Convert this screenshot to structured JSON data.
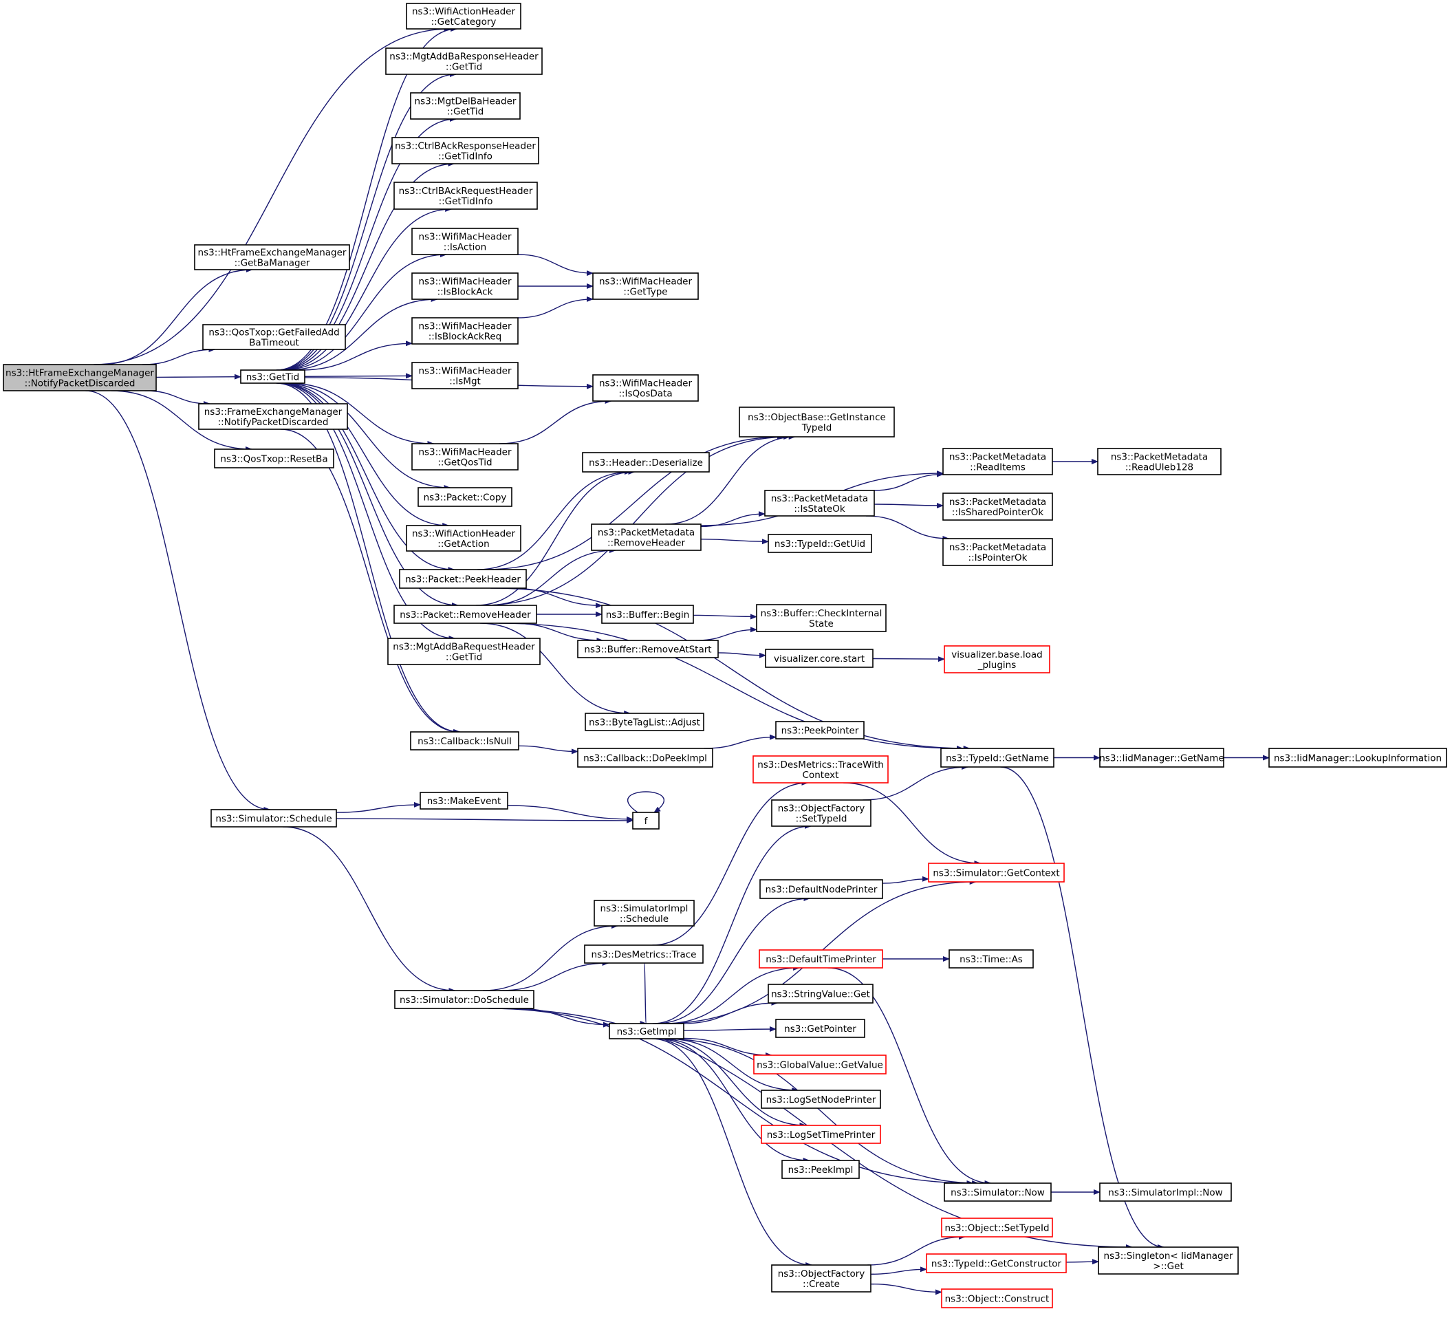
{
  "title": "",
  "colors": {
    "edge": "#191970",
    "root_fill": "#bfbfbf",
    "truncated_border": "#ff0000",
    "border": "#000000"
  },
  "nodes": {
    "root": {
      "lines": [
        "ns3::HtFrameExchangeManager",
        "::NotifyPacketDiscarded"
      ],
      "root": true
    },
    "getBaManager": {
      "lines": [
        "ns3::HtFrameExchangeManager",
        "::GetBaManager"
      ]
    },
    "getFailedAddBaTimeout": {
      "lines": [
        "ns3::QosTxop::GetFailedAdd",
        "BaTimeout"
      ]
    },
    "getTid": {
      "lines": [
        "ns3::GetTid"
      ]
    },
    "femNotifyPacketDiscarded": {
      "lines": [
        "ns3::FrameExchangeManager",
        "::NotifyPacketDiscarded"
      ]
    },
    "resetBa": {
      "lines": [
        "ns3::QosTxop::ResetBa"
      ]
    },
    "simSchedule": {
      "lines": [
        "ns3::Simulator::Schedule"
      ]
    },
    "getCategory": {
      "lines": [
        "ns3::WifiActionHeader",
        "::GetCategory"
      ]
    },
    "addBaRespGetTid": {
      "lines": [
        "ns3::MgtAddBaResponseHeader",
        "::GetTid"
      ]
    },
    "delBaGetTid": {
      "lines": [
        "ns3::MgtDelBaHeader",
        "::GetTid"
      ]
    },
    "ctrlBAckRespGetTidInfo": {
      "lines": [
        "ns3::CtrlBAckResponseHeader",
        "::GetTidInfo"
      ]
    },
    "ctrlBAckReqGetTidInfo": {
      "lines": [
        "ns3::CtrlBAckRequestHeader",
        "::GetTidInfo"
      ]
    },
    "isAction": {
      "lines": [
        "ns3::WifiMacHeader",
        "::IsAction"
      ]
    },
    "isBlockAck": {
      "lines": [
        "ns3::WifiMacHeader",
        "::IsBlockAck"
      ]
    },
    "isBlockAckReq": {
      "lines": [
        "ns3::WifiMacHeader",
        "::IsBlockAckReq"
      ]
    },
    "isMgt": {
      "lines": [
        "ns3::WifiMacHeader",
        "::IsMgt"
      ]
    },
    "getQosTid": {
      "lines": [
        "ns3::WifiMacHeader",
        "::GetQosTid"
      ]
    },
    "packetCopy": {
      "lines": [
        "ns3::Packet::Copy"
      ]
    },
    "getAction": {
      "lines": [
        "ns3::WifiActionHeader",
        "::GetAction"
      ]
    },
    "peekHeader": {
      "lines": [
        "ns3::Packet::PeekHeader"
      ]
    },
    "removeHeader": {
      "lines": [
        "ns3::Packet::RemoveHeader"
      ]
    },
    "addBaReqGetTid": {
      "lines": [
        "ns3::MgtAddBaRequestHeader",
        "::GetTid"
      ]
    },
    "callbackIsNull": {
      "lines": [
        "ns3::Callback::IsNull"
      ]
    },
    "makeEvent": {
      "lines": [
        "ns3::MakeEvent"
      ]
    },
    "f": {
      "lines": [
        "f"
      ]
    },
    "getType": {
      "lines": [
        "ns3::WifiMacHeader",
        "::GetType"
      ]
    },
    "isQosData": {
      "lines": [
        "ns3::WifiMacHeader",
        "::IsQosData"
      ]
    },
    "getInstanceTypeId": {
      "lines": [
        "ns3::ObjectBase::GetInstance",
        "TypeId"
      ]
    },
    "headerDeserialize": {
      "lines": [
        "ns3::Header::Deserialize"
      ]
    },
    "pmRemoveHeader": {
      "lines": [
        "ns3::PacketMetadata",
        "::RemoveHeader"
      ]
    },
    "bufferBegin": {
      "lines": [
        "ns3::Buffer::Begin"
      ]
    },
    "bufferRemoveAtStart": {
      "lines": [
        "ns3::Buffer::RemoveAtStart"
      ]
    },
    "byteTagListAdjust": {
      "lines": [
        "ns3::ByteTagList::Adjust"
      ]
    },
    "callbackDoPeekImpl": {
      "lines": [
        "ns3::Callback::DoPeekImpl"
      ]
    },
    "simImplSchedule": {
      "lines": [
        "ns3::SimulatorImpl",
        "::Schedule"
      ]
    },
    "desMetricsTrace": {
      "lines": [
        "ns3::DesMetrics::Trace"
      ]
    },
    "simDoSchedule": {
      "lines": [
        "ns3::Simulator::DoSchedule"
      ]
    },
    "getImpl": {
      "lines": [
        "ns3::GetImpl"
      ]
    },
    "pmIsStateOk": {
      "lines": [
        "ns3::PacketMetadata",
        "::IsStateOk"
      ]
    },
    "typeIdGetUid": {
      "lines": [
        "ns3::TypeId::GetUid"
      ]
    },
    "bufferCheckInternalState": {
      "lines": [
        "ns3::Buffer::CheckInternal",
        "State"
      ]
    },
    "vizCoreStart": {
      "lines": [
        "visualizer.core.start"
      ]
    },
    "peekPointer": {
      "lines": [
        "ns3::PeekPointer"
      ]
    },
    "traceWithContext": {
      "lines": [
        "ns3::DesMetrics::TraceWith",
        "Context"
      ],
      "truncated": true
    },
    "ofSetTypeId": {
      "lines": [
        "ns3::ObjectFactory",
        "::SetTypeId"
      ]
    },
    "defaultNodePrinter": {
      "lines": [
        "ns3::DefaultNodePrinter"
      ]
    },
    "defaultTimePrinter": {
      "lines": [
        "ns3::DefaultTimePrinter"
      ],
      "truncated": true
    },
    "stringValueGet": {
      "lines": [
        "ns3::StringValue::Get"
      ]
    },
    "getPointer": {
      "lines": [
        "ns3::GetPointer"
      ]
    },
    "globalValueGetValue": {
      "lines": [
        "ns3::GlobalValue::GetValue"
      ],
      "truncated": true
    },
    "logSetNodePrinter": {
      "lines": [
        "ns3::LogSetNodePrinter"
      ]
    },
    "logSetTimePrinter": {
      "lines": [
        "ns3::LogSetTimePrinter"
      ],
      "truncated": true
    },
    "peekImpl": {
      "lines": [
        "ns3::PeekImpl"
      ]
    },
    "ofCreate": {
      "lines": [
        "ns3::ObjectFactory",
        "::Create"
      ]
    },
    "pmReadItems": {
      "lines": [
        "ns3::PacketMetadata",
        "::ReadItems"
      ]
    },
    "pmIsSharedPointerOk": {
      "lines": [
        "ns3::PacketMetadata",
        "::IsSharedPointerOk"
      ]
    },
    "pmIsPointerOk": {
      "lines": [
        "ns3::PacketMetadata",
        "::IsPointerOk"
      ]
    },
    "vizBaseLoadPlugins": {
      "lines": [
        "visualizer.base.load",
        "_plugins"
      ],
      "truncated": true
    },
    "typeIdGetName": {
      "lines": [
        "ns3::TypeId::GetName"
      ]
    },
    "simGetContext": {
      "lines": [
        "ns3::Simulator::GetContext"
      ],
      "truncated": true
    },
    "timeAs": {
      "lines": [
        "ns3::Time::As"
      ]
    },
    "simNow": {
      "lines": [
        "ns3::Simulator::Now"
      ]
    },
    "objSetTypeId": {
      "lines": [
        "ns3::Object::SetTypeId"
      ],
      "truncated": true
    },
    "typeIdGetConstructor": {
      "lines": [
        "ns3::TypeId::GetConstructor"
      ],
      "truncated": true
    },
    "objConstruct": {
      "lines": [
        "ns3::Object::Construct"
      ],
      "truncated": true
    },
    "pmReadUleb128": {
      "lines": [
        "ns3::PacketMetadata",
        "::ReadUleb128"
      ]
    },
    "iidGetName": {
      "lines": [
        "ns3::IidManager::GetName"
      ]
    },
    "simImplNow": {
      "lines": [
        "ns3::SimulatorImpl::Now"
      ]
    },
    "singletonGet": {
      "lines": [
        "ns3::Singleton< IidManager",
        ">::Get"
      ]
    },
    "lookupInformation": {
      "lines": [
        "ns3::IidManager::LookupInformation"
      ]
    }
  },
  "edges": [
    [
      "root",
      "getBaManager"
    ],
    [
      "root",
      "getFailedAddBaTimeout"
    ],
    [
      "root",
      "getTid"
    ],
    [
      "root",
      "femNotifyPacketDiscarded"
    ],
    [
      "root",
      "resetBa"
    ],
    [
      "root",
      "simSchedule"
    ],
    [
      "root",
      "getCategory"
    ],
    [
      "getTid",
      "getCategory"
    ],
    [
      "getTid",
      "addBaRespGetTid"
    ],
    [
      "getTid",
      "delBaGetTid"
    ],
    [
      "getTid",
      "ctrlBAckRespGetTidInfo"
    ],
    [
      "getTid",
      "ctrlBAckReqGetTidInfo"
    ],
    [
      "getTid",
      "isAction"
    ],
    [
      "getTid",
      "isBlockAck"
    ],
    [
      "getTid",
      "isBlockAckReq"
    ],
    [
      "getTid",
      "isMgt"
    ],
    [
      "getTid",
      "isQosData"
    ],
    [
      "getTid",
      "getQosTid"
    ],
    [
      "getTid",
      "packetCopy"
    ],
    [
      "getTid",
      "getAction"
    ],
    [
      "getTid",
      "peekHeader"
    ],
    [
      "getTid",
      "removeHeader"
    ],
    [
      "getTid",
      "addBaReqGetTid"
    ],
    [
      "getTid",
      "callbackIsNull"
    ],
    [
      "femNotifyPacketDiscarded",
      "callbackIsNull"
    ],
    [
      "isAction",
      "getType"
    ],
    [
      "isBlockAck",
      "getType"
    ],
    [
      "isBlockAckReq",
      "getType"
    ],
    [
      "getQosTid",
      "isQosData"
    ],
    [
      "peekHeader",
      "getInstanceTypeId"
    ],
    [
      "peekHeader",
      "headerDeserialize"
    ],
    [
      "peekHeader",
      "bufferBegin"
    ],
    [
      "peekHeader",
      "typeIdGetName"
    ],
    [
      "removeHeader",
      "headerDeserialize"
    ],
    [
      "removeHeader",
      "getInstanceTypeId"
    ],
    [
      "removeHeader",
      "pmRemoveHeader"
    ],
    [
      "removeHeader",
      "bufferBegin"
    ],
    [
      "removeHeader",
      "bufferRemoveAtStart"
    ],
    [
      "removeHeader",
      "byteTagListAdjust"
    ],
    [
      "removeHeader",
      "typeIdGetName"
    ],
    [
      "pmRemoveHeader",
      "pmReadItems"
    ],
    [
      "pmRemoveHeader",
      "pmIsStateOk"
    ],
    [
      "pmRemoveHeader",
      "typeIdGetUid"
    ],
    [
      "pmRemoveHeader",
      "getInstanceTypeId"
    ],
    [
      "pmIsStateOk",
      "pmReadItems"
    ],
    [
      "pmIsStateOk",
      "pmIsSharedPointerOk"
    ],
    [
      "pmIsStateOk",
      "pmIsPointerOk"
    ],
    [
      "pmReadItems",
      "pmReadUleb128"
    ],
    [
      "bufferBegin",
      "bufferCheckInternalState"
    ],
    [
      "bufferRemoveAtStart",
      "bufferCheckInternalState"
    ],
    [
      "bufferRemoveAtStart",
      "vizCoreStart"
    ],
    [
      "vizCoreStart",
      "vizBaseLoadPlugins"
    ],
    [
      "callbackIsNull",
      "callbackDoPeekImpl"
    ],
    [
      "callbackDoPeekImpl",
      "peekPointer"
    ],
    [
      "simSchedule",
      "makeEvent"
    ],
    [
      "simSchedule",
      "f"
    ],
    [
      "simSchedule",
      "simDoSchedule"
    ],
    [
      "makeEvent",
      "f"
    ],
    [
      "f",
      "f"
    ],
    [
      "simDoSchedule",
      "simImplSchedule"
    ],
    [
      "simDoSchedule",
      "desMetricsTrace"
    ],
    [
      "simDoSchedule",
      "getImpl"
    ],
    [
      "simDoSchedule",
      "simNow"
    ],
    [
      "simDoSchedule",
      "singletonGet"
    ],
    [
      "desMetricsTrace",
      "traceWithContext"
    ],
    [
      "desMetricsTrace",
      "getImpl"
    ],
    [
      "getImpl",
      "ofSetTypeId"
    ],
    [
      "getImpl",
      "defaultNodePrinter"
    ],
    [
      "getImpl",
      "simGetContext"
    ],
    [
      "getImpl",
      "defaultTimePrinter"
    ],
    [
      "getImpl",
      "stringValueGet"
    ],
    [
      "getImpl",
      "getPointer"
    ],
    [
      "getImpl",
      "globalValueGetValue"
    ],
    [
      "getImpl",
      "logSetNodePrinter"
    ],
    [
      "getImpl",
      "logSetTimePrinter"
    ],
    [
      "getImpl",
      "peekImpl"
    ],
    [
      "getImpl",
      "simNow"
    ],
    [
      "getImpl",
      "ofCreate"
    ],
    [
      "traceWithContext",
      "simGetContext"
    ],
    [
      "defaultNodePrinter",
      "simGetContext"
    ],
    [
      "ofSetTypeId",
      "typeIdGetName"
    ],
    [
      "defaultTimePrinter",
      "timeAs"
    ],
    [
      "defaultTimePrinter",
      "simNow"
    ],
    [
      "ofCreate",
      "objSetTypeId"
    ],
    [
      "ofCreate",
      "typeIdGetConstructor"
    ],
    [
      "ofCreate",
      "objConstruct"
    ],
    [
      "typeIdGetConstructor",
      "singletonGet"
    ],
    [
      "typeIdGetName",
      "iidGetName"
    ],
    [
      "typeIdGetName",
      "singletonGet"
    ],
    [
      "iidGetName",
      "lookupInformation"
    ],
    [
      "simNow",
      "simImplNow"
    ]
  ]
}
